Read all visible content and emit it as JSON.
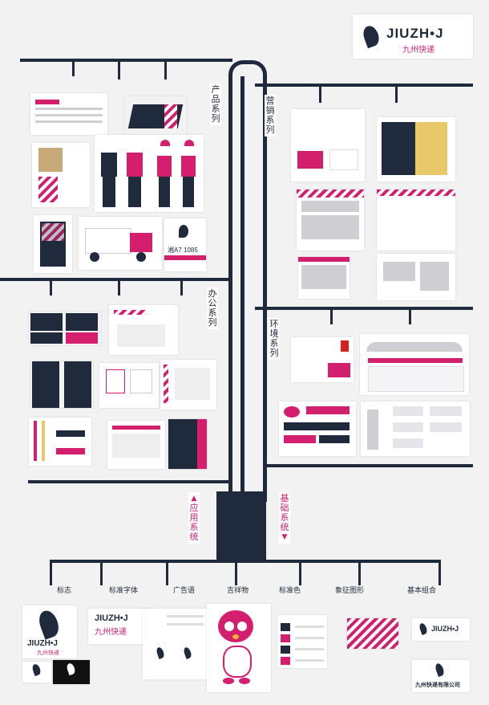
{
  "brand": {
    "wordmark": "JIUZH•J",
    "chinese": "九州快递",
    "company": "九州快递有限公司",
    "plate": "湘A7 1085"
  },
  "branches": {
    "product": [
      "产",
      "品",
      "系",
      "列"
    ],
    "marketing": [
      "营",
      "销",
      "系",
      "列"
    ],
    "office": [
      "办",
      "公",
      "系",
      "列"
    ],
    "environment": [
      "环",
      "境",
      "系",
      "列"
    ]
  },
  "trunk": {
    "application": [
      "应",
      "用",
      "系",
      "统"
    ],
    "basic": [
      "基",
      "础",
      "系",
      "统"
    ]
  },
  "categories": [
    "标志",
    "标准字体",
    "广告语",
    "吉祥物",
    "标准色",
    "象征图形",
    "基本组合"
  ],
  "colors": {
    "navy": "#1f2a3c",
    "pink": "#d41e6e",
    "grey": "#cfcfd3"
  }
}
